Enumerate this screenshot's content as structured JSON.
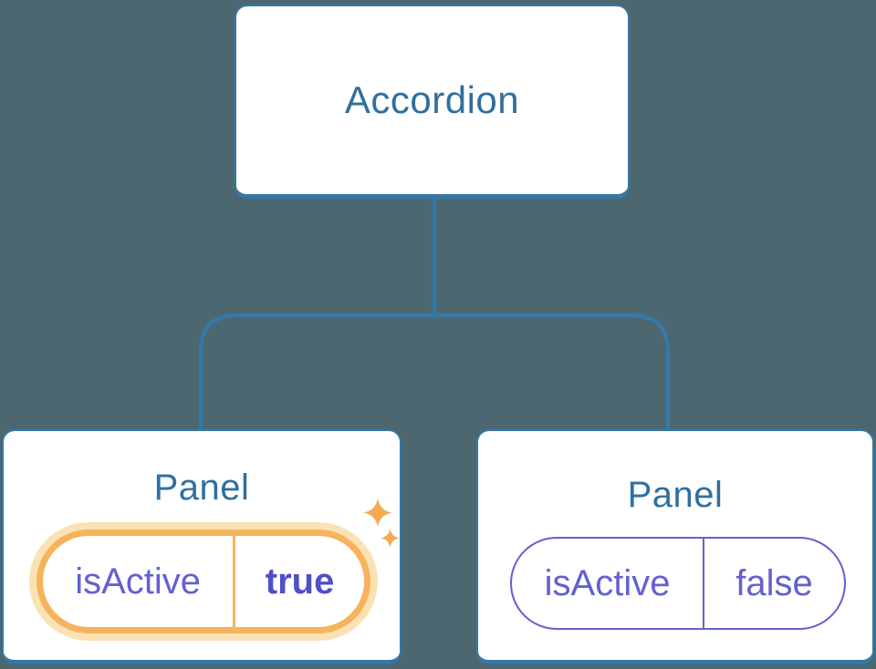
{
  "diagram": {
    "root": {
      "label": "Accordion"
    },
    "panels": [
      {
        "title": "Panel",
        "prop_name": "isActive",
        "prop_value": "true",
        "highlighted": true
      },
      {
        "title": "Panel",
        "prop_name": "isActive",
        "prop_value": "false",
        "highlighted": false
      }
    ]
  },
  "icons": {
    "sparkle": "four-pointed-star"
  },
  "colors": {
    "background": "#4d6770",
    "box_border": "#3478a8",
    "box_text": "#316f9e",
    "highlight_orange": "#f6b35d",
    "highlight_glow": "#fbe2b5",
    "sparkle": "#f6ab52",
    "state_purple": "#6161d0",
    "state_purple_bold": "#4f4fc8"
  }
}
